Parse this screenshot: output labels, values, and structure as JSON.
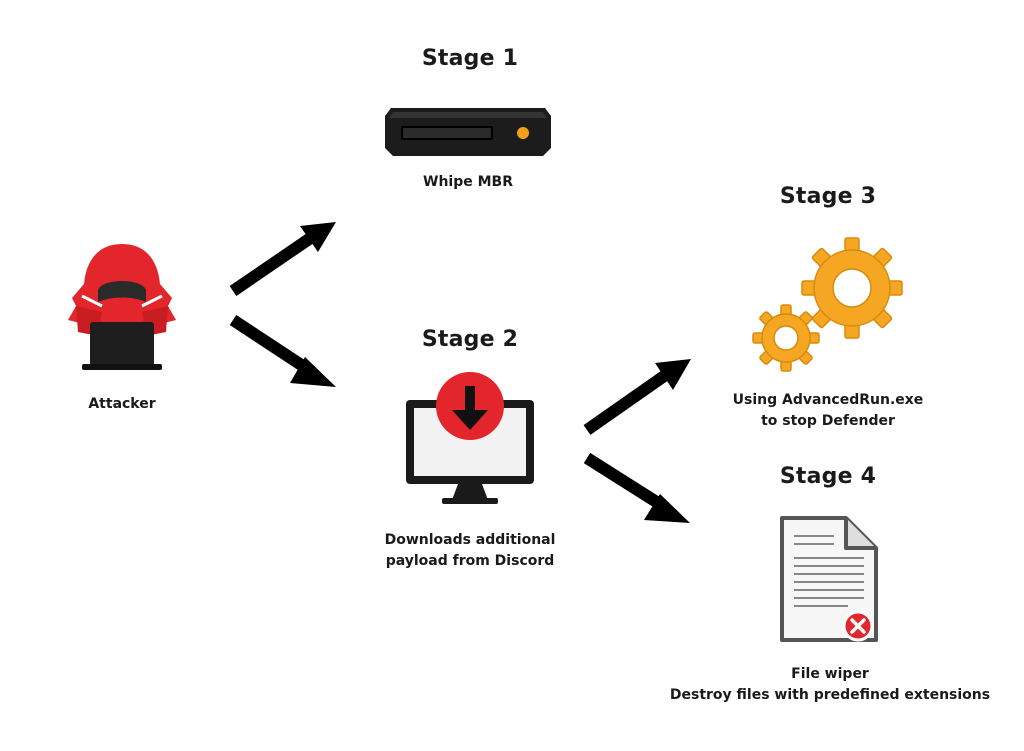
{
  "attacker": {
    "label": "Attacker"
  },
  "stage1": {
    "title": "Stage 1",
    "caption": "Whipe MBR",
    "icon": "hard-drive-icon"
  },
  "stage2": {
    "title": "Stage 2",
    "caption_line1": "Downloads additional",
    "caption_line2": "payload from Discord",
    "icon": "monitor-download-icon"
  },
  "stage3": {
    "title": "Stage 3",
    "caption_line1": "Using AdvancedRun.exe",
    "caption_line2": "to stop Defender",
    "icon": "gears-icon"
  },
  "stage4": {
    "title": "Stage 4",
    "caption_line1": "File wiper",
    "caption_line2": "Destroy files with predefined extensions",
    "icon": "deleted-file-icon"
  },
  "colors": {
    "accent_red": "#e3262b",
    "gear_orange": "#f5a623",
    "arrow": "#000000"
  }
}
